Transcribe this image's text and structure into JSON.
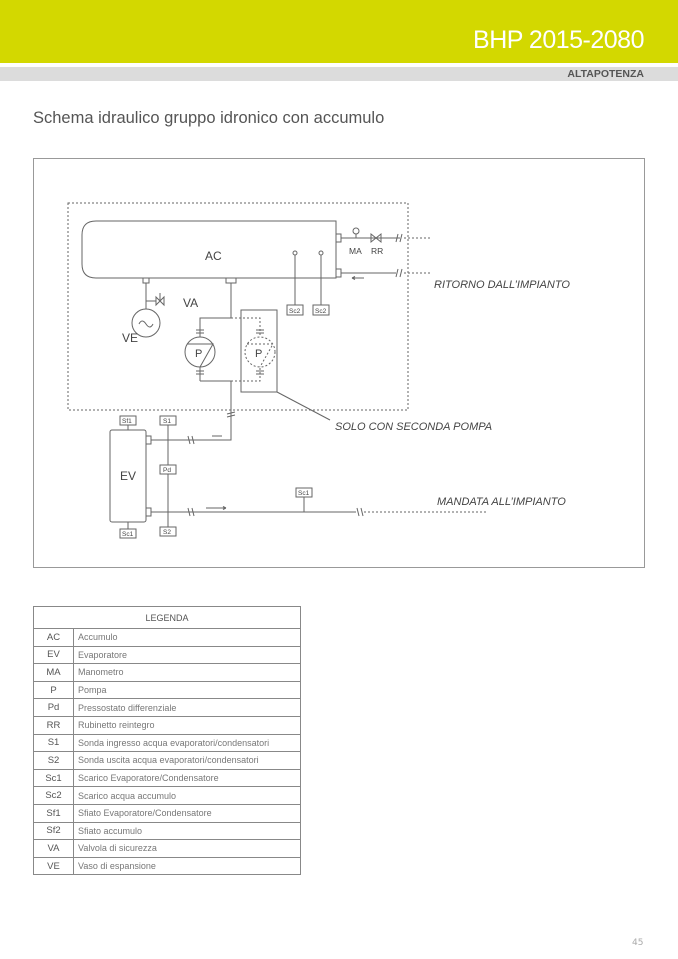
{
  "header": {
    "product": "BHP 2015-2080",
    "brand": "ALTAPOTENZA",
    "accent_color": "#d3d800"
  },
  "section_title": "Schema idraulico gruppo idronico con accumulo",
  "diagram": {
    "labels": {
      "ac": "AC",
      "ma": "MA",
      "rr": "RR",
      "va": "VA",
      "ve": "VE",
      "ev": "EV",
      "p1": "P",
      "p2": "P",
      "sc2_a": "Sc2",
      "sc2_b": "Sc2",
      "sf1": "Sf1",
      "s1": "S1",
      "pd": "Pd",
      "s2": "S2",
      "sc1_ev": "Sc1",
      "sc1_line": "Sc1"
    },
    "callouts": {
      "return": "RITORNO DALL’IMPIANTO",
      "second_pump": "SOLO CON SECONDA POMPA",
      "supply": "MANDATA ALL’IMPIANTO"
    }
  },
  "legend": {
    "title": "LEGENDA",
    "rows": [
      {
        "code": "AC",
        "desc": "Accumulo"
      },
      {
        "code": "EV",
        "desc": "Evaporatore"
      },
      {
        "code": "MA",
        "desc": "Manometro"
      },
      {
        "code": "P",
        "desc": "Pompa"
      },
      {
        "code": "Pd",
        "desc": "Pressostato differenziale"
      },
      {
        "code": "RR",
        "desc": "Rubinetto reintegro"
      },
      {
        "code": "S1",
        "desc": "Sonda ingresso acqua evaporatori/condensatori"
      },
      {
        "code": "S2",
        "desc": "Sonda uscita acqua evaporatori/condensatori"
      },
      {
        "code": "Sc1",
        "desc": "Scarico Evaporatore/Condensatore"
      },
      {
        "code": "Sc2",
        "desc": "Scarico acqua accumulo"
      },
      {
        "code": "Sf1",
        "desc": "Sfiato Evaporatore/Condensatore"
      },
      {
        "code": "Sf2",
        "desc": "Sfiato accumulo"
      },
      {
        "code": "VA",
        "desc": "Valvola di sicurezza"
      },
      {
        "code": "VE",
        "desc": "Vaso di espansione"
      }
    ]
  },
  "page_number": "45"
}
